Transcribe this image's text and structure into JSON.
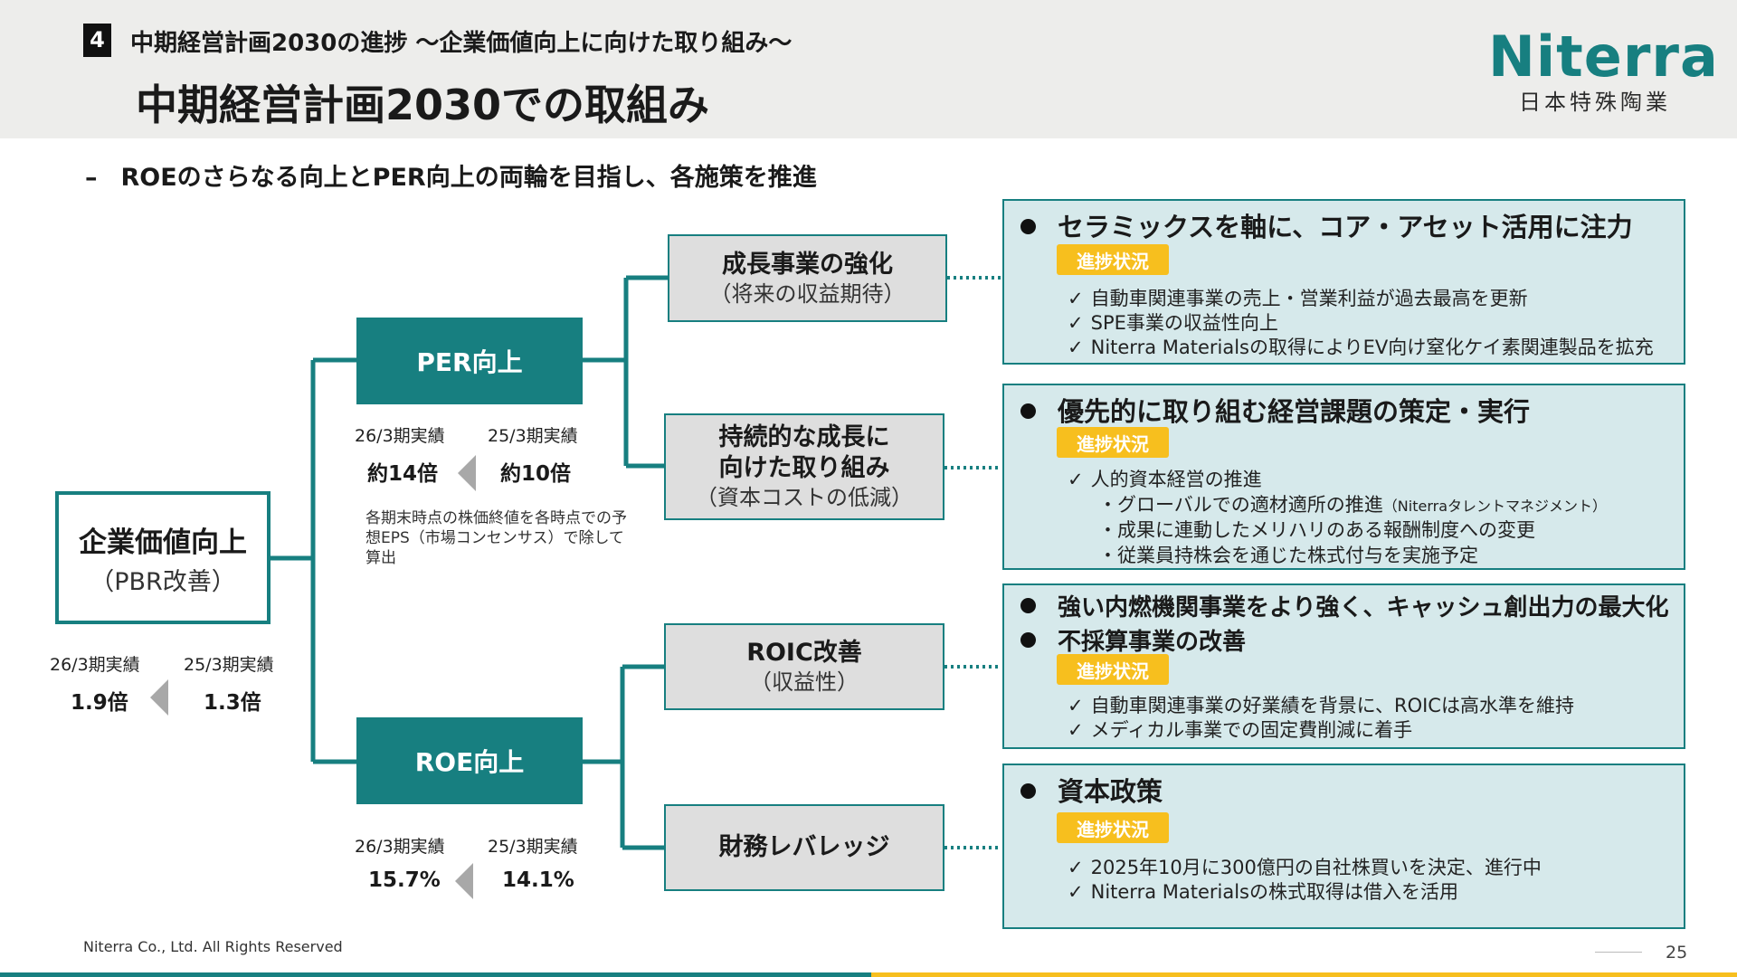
{
  "header": {
    "section_number": "4",
    "section_title": "中期経営計画2030の進捗 ～企業価値向上に向けた取り組み～",
    "page_title": "中期経営計画2030での取組み",
    "logo_en": "Niterra",
    "logo_ja": "日本特殊陶業"
  },
  "subtitle": {
    "dash": "–",
    "text": "ROEのさらなる向上とPER向上の両輪を目指し、各施策を推進"
  },
  "tree": {
    "root": {
      "title": "企業価値向上",
      "sub": "（PBR改善）",
      "label_current": "26/3期実績",
      "label_previous": "25/3期実績",
      "value_current": "1.9倍",
      "value_previous": "1.3倍"
    },
    "per": {
      "title": "PER向上",
      "label_current": "26/3期実績",
      "label_previous": "25/3期実績",
      "value_current": "約14倍",
      "value_previous": "約10倍",
      "note": "各期末時点の株価終値を各時点での予想EPS（市場コンセンサス）で除して算出"
    },
    "roe": {
      "title": "ROE向上",
      "label_current": "26/3期実績",
      "label_previous": "25/3期実績",
      "value_current": "15.7%",
      "value_previous": "14.1%"
    },
    "leaves": [
      {
        "title": "成長事業の強化",
        "sub": "（将来の収益期待）"
      },
      {
        "title": "持続的な成長に\n向けた取り組み",
        "sub": "（資本コストの低減）"
      },
      {
        "title": "ROIC改善",
        "sub": "（収益性）"
      },
      {
        "title": "財務レバレッジ",
        "sub": ""
      }
    ]
  },
  "panels": [
    {
      "bullets": [
        "セラミックスを軸に、コア・アセット活用に注力"
      ],
      "badge": "進捗状況",
      "items": [
        "自動車関連事業の売上・営業利益が過去最高を更新",
        "SPE事業の収益性向上",
        "Niterra Materialsの取得によりEV向け窒化ケイ素関連製品を拡充"
      ]
    },
    {
      "bullets": [
        "優先的に取り組む経営課題の策定・実行"
      ],
      "badge": "進捗状況",
      "items": [
        "人的資本経営の推進"
      ],
      "subitems": [
        {
          "text": "・グローバルでの適材適所の推進",
          "small": "（Niterraタレントマネジメント）"
        },
        {
          "text": "・成果に連動したメリハリのある報酬制度への変更",
          "small": ""
        },
        {
          "text": "・従業員持株会を通じた株式付与を実施予定",
          "small": ""
        }
      ]
    },
    {
      "bullets": [
        "強い内燃機関事業をより強く、キャッシュ創出力の最大化",
        "不採算事業の改善"
      ],
      "badge": "進捗状況",
      "items": [
        "自動車関連事業の好業績を背景に、ROICは高水準を維持",
        "メディカル事業での固定費削減に着手"
      ]
    },
    {
      "bullets": [
        "資本政策"
      ],
      "badge": "進捗状況",
      "items": [
        "2025年10月に300億円の自社株買いを決定、進行中",
        "Niterra Materialsの株式取得は借入を活用"
      ]
    }
  ],
  "check_mark": "✓",
  "footer": {
    "copyright": "Niterra Co., Ltd. All Rights Reserved",
    "page_number": "25"
  },
  "colors": {
    "teal": "#177f80",
    "yellow": "#f7bf1e",
    "panel_bg": "#d6e9eb",
    "box_grey": "#dedede"
  }
}
